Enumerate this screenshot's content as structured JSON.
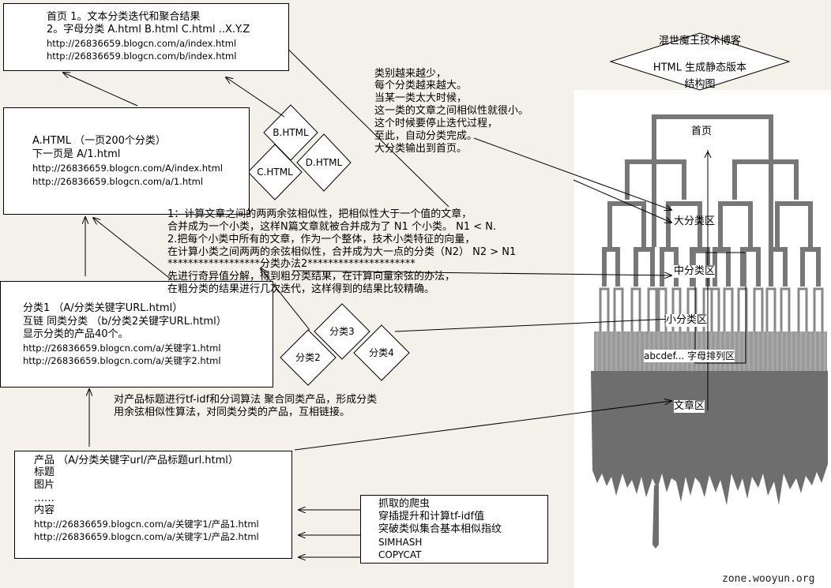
{
  "home_box": {
    "title": "首页  1。文本分类迭代和聚合结果",
    "line2": "2。字母分类 A.html B.html C.html ..X.Y.Z",
    "url1": "http://26836659.blogcn.com/a/index.html",
    "url2": "http://26836659.blogcn.com/b/index.html"
  },
  "a_box": {
    "title": "A.HTML （一页200个分类）",
    "line2": "下一页是 A/1.html",
    "url1": "http://26836659.blogcn.com/A/index.html",
    "url2": "http://26836659.blogcn.com/a/1.html"
  },
  "category_box": {
    "title": "分类1 （A/分类关键字URL.html）",
    "line2": "互链 同类分类 （b/分类2关键字URL.html）",
    "line3": "显示分类的产品40个。",
    "url1": "http://26836659.blogcn.com/a/关键字1.html",
    "url2": "http://26836659.blogcn.com/a/关键字2.html"
  },
  "product_box": {
    "title": "产品 （A/分类关键字url/产品标题url.html）",
    "line2": "标题",
    "line3": "图片",
    "line4": "……",
    "line5": "内容",
    "url1": "http://26836659.blogcn.com/a/关键字1/产品1.html",
    "url2": "http://26836659.blogcn.com/a/关键字1/产品2.html"
  },
  "crawler_box": {
    "line1": "抓取的爬虫",
    "line2": "穿插提升和计算tf-idf值",
    "line3": "突破类似集合基本相似指纹",
    "line4": "SIMHASH",
    "line5": "COPYCAT"
  },
  "letter_diamonds": [
    "B.HTML",
    "C.HTML",
    "D.HTML"
  ],
  "category_diamonds": [
    "分类3",
    "分类2",
    "分类4"
  ],
  "blog_diamond": {
    "line1": "混世魔王技术博客",
    "line2": "HTML 生成静态版本",
    "line3": "结构图"
  },
  "note_top": [
    "类别越来越少，",
    "每个分类越来越大。",
    "当某一类太大时候，",
    "这一类的文章之间相似性就很小。",
    "这个时候要停止迭代过程，",
    "至此，自动分类完成。",
    "大分类输出到首页。"
  ],
  "note_middle": [
    "1：计算文章之间的两两余弦相似性，把相似性大于一个值的文章，",
    "合并成为一个小类，这样N篇文章就被合并成为了 N1 个小类。 N1 < N.",
    "2.把每个小类中所有的文章，作为一个整体，技术小类特征的向量，",
    "在计算小类之间两两的余弦相似性，合并成为大一点的分类（N2）  N2 > N1",
    "******************分类办法2*********************",
    "先进行奇异值分解，得到粗分类结果，在计算向量余弦的办法，",
    "在粗分类的结果进行几次迭代，这样得到的结果比较精确。"
  ],
  "note_bottom": [
    "对产品标题进行tf-idf和分词算法 聚合同类产品，形成分类",
    "用余弦相似性算法，对同类分类的产品，互相链接。"
  ],
  "tree_labels": {
    "home": "首页",
    "large": "大分类区",
    "medium": "中分类区",
    "small": "小分类区",
    "alpha": "abcdef... 字母排列区",
    "article": "文章区"
  },
  "watermark": "zone.wooyun.org"
}
